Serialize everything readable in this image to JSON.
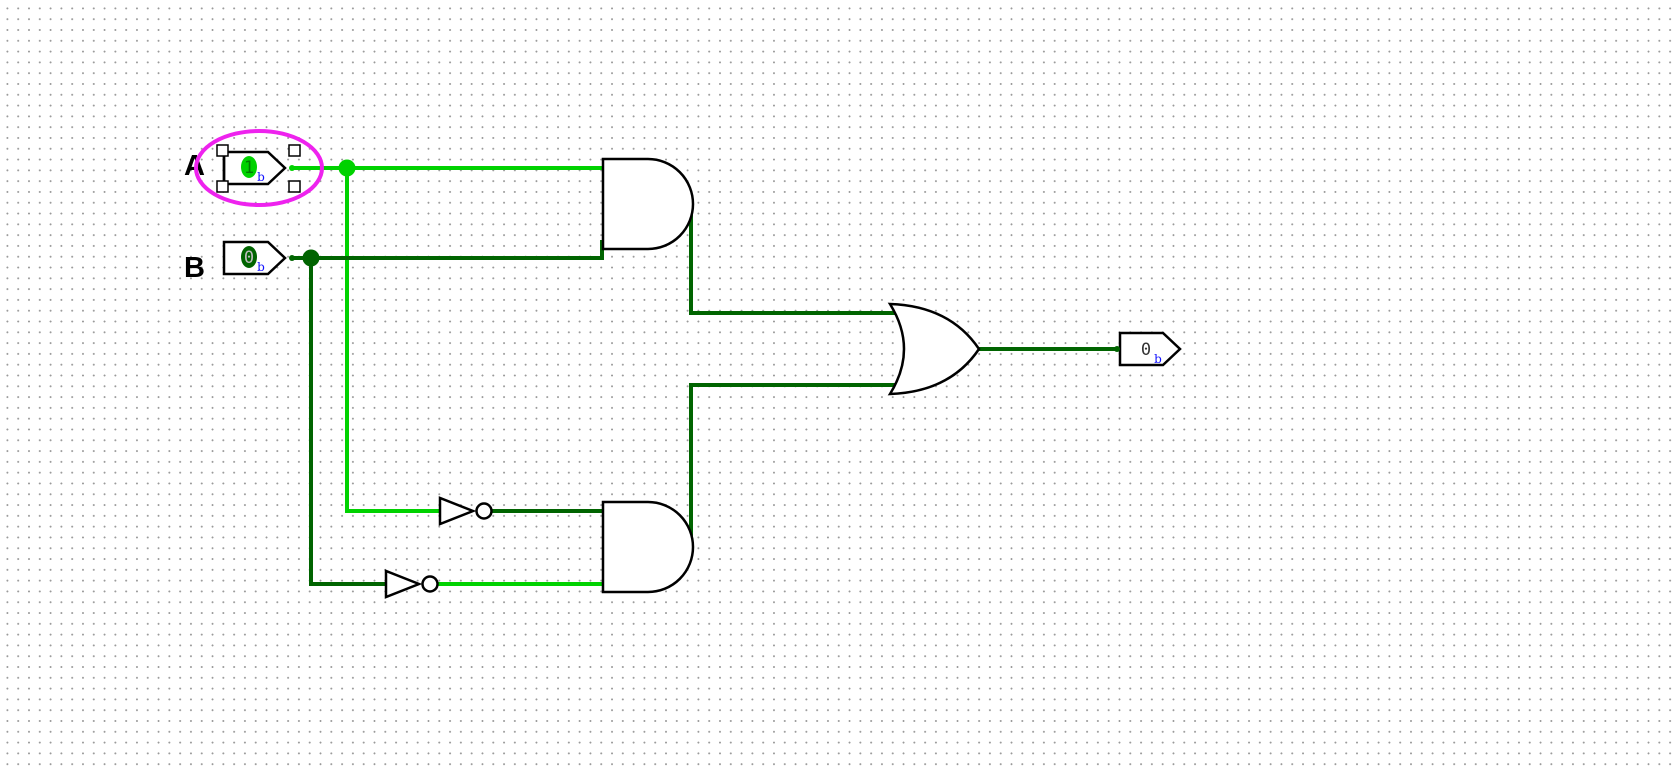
{
  "circuit": {
    "inputs": [
      {
        "label": "A",
        "value": "1",
        "radix": "b",
        "selected": true
      },
      {
        "label": "B",
        "value": "0",
        "radix": "b",
        "selected": false
      }
    ],
    "output": {
      "value": "0",
      "radix": "b"
    },
    "gates": [
      "AND",
      "AND",
      "OR",
      "NOT",
      "NOT"
    ]
  },
  "colors": {
    "wire_high": "#00d200",
    "wire_low": "#006400",
    "selection": "#ee22ee",
    "radix": "#1010ff"
  }
}
